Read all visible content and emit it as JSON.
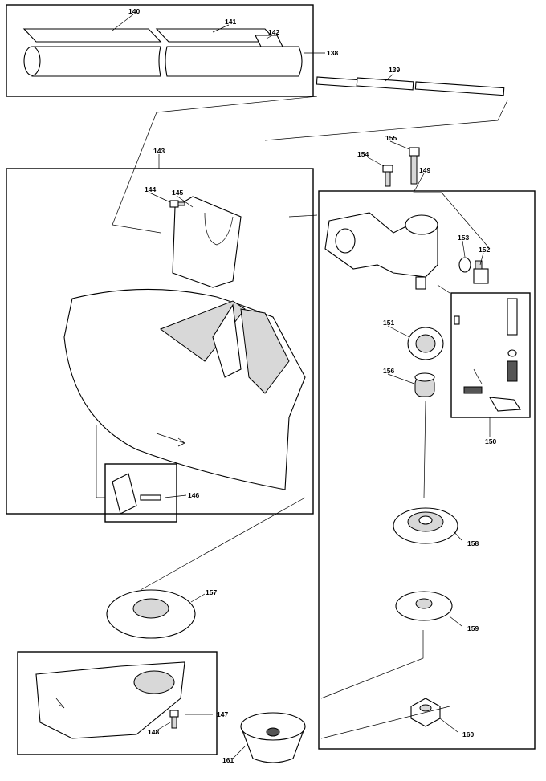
{
  "title": "Parts diagram",
  "part_numbers": {
    "p138": "138",
    "p139": "139",
    "p140": "140",
    "p141": "141",
    "p142": "142",
    "p143": "143",
    "p144": "144",
    "p145": "145",
    "p146": "146",
    "p147": "147",
    "p148": "148",
    "p149": "149",
    "p150": "150",
    "p151": "151",
    "p152": "152",
    "p153": "153",
    "p154": "154",
    "p155": "155",
    "p156": "156",
    "p157": "157",
    "p158": "158",
    "p159": "159",
    "p160": "160",
    "p161": "161"
  }
}
